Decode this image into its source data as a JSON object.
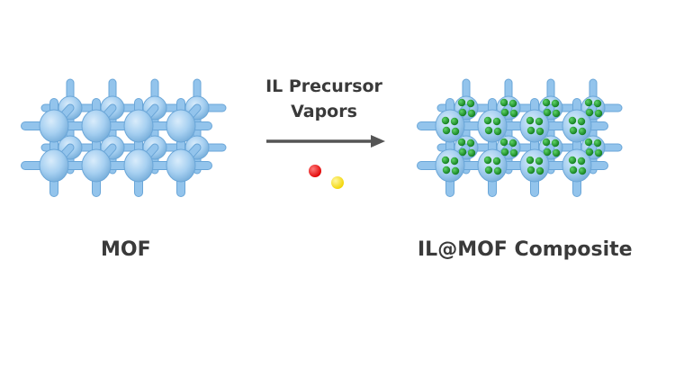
{
  "arrow": {
    "line1": "IL Precursor",
    "line2": "Vapors"
  },
  "left": {
    "label": "MOF"
  },
  "right": {
    "label": "IL@MOF Composite"
  },
  "colors": {
    "framework": "#8fc1ea",
    "framework_edge": "#5f9fd2",
    "node": "#a7d0f1",
    "node_edge": "#6aa6d8",
    "guest": "#1e9a2a",
    "precursor_red": "#ff1a1a",
    "precursor_yellow": "#ffe81a",
    "text": "#3a3a3a",
    "arrow": "#555555"
  }
}
